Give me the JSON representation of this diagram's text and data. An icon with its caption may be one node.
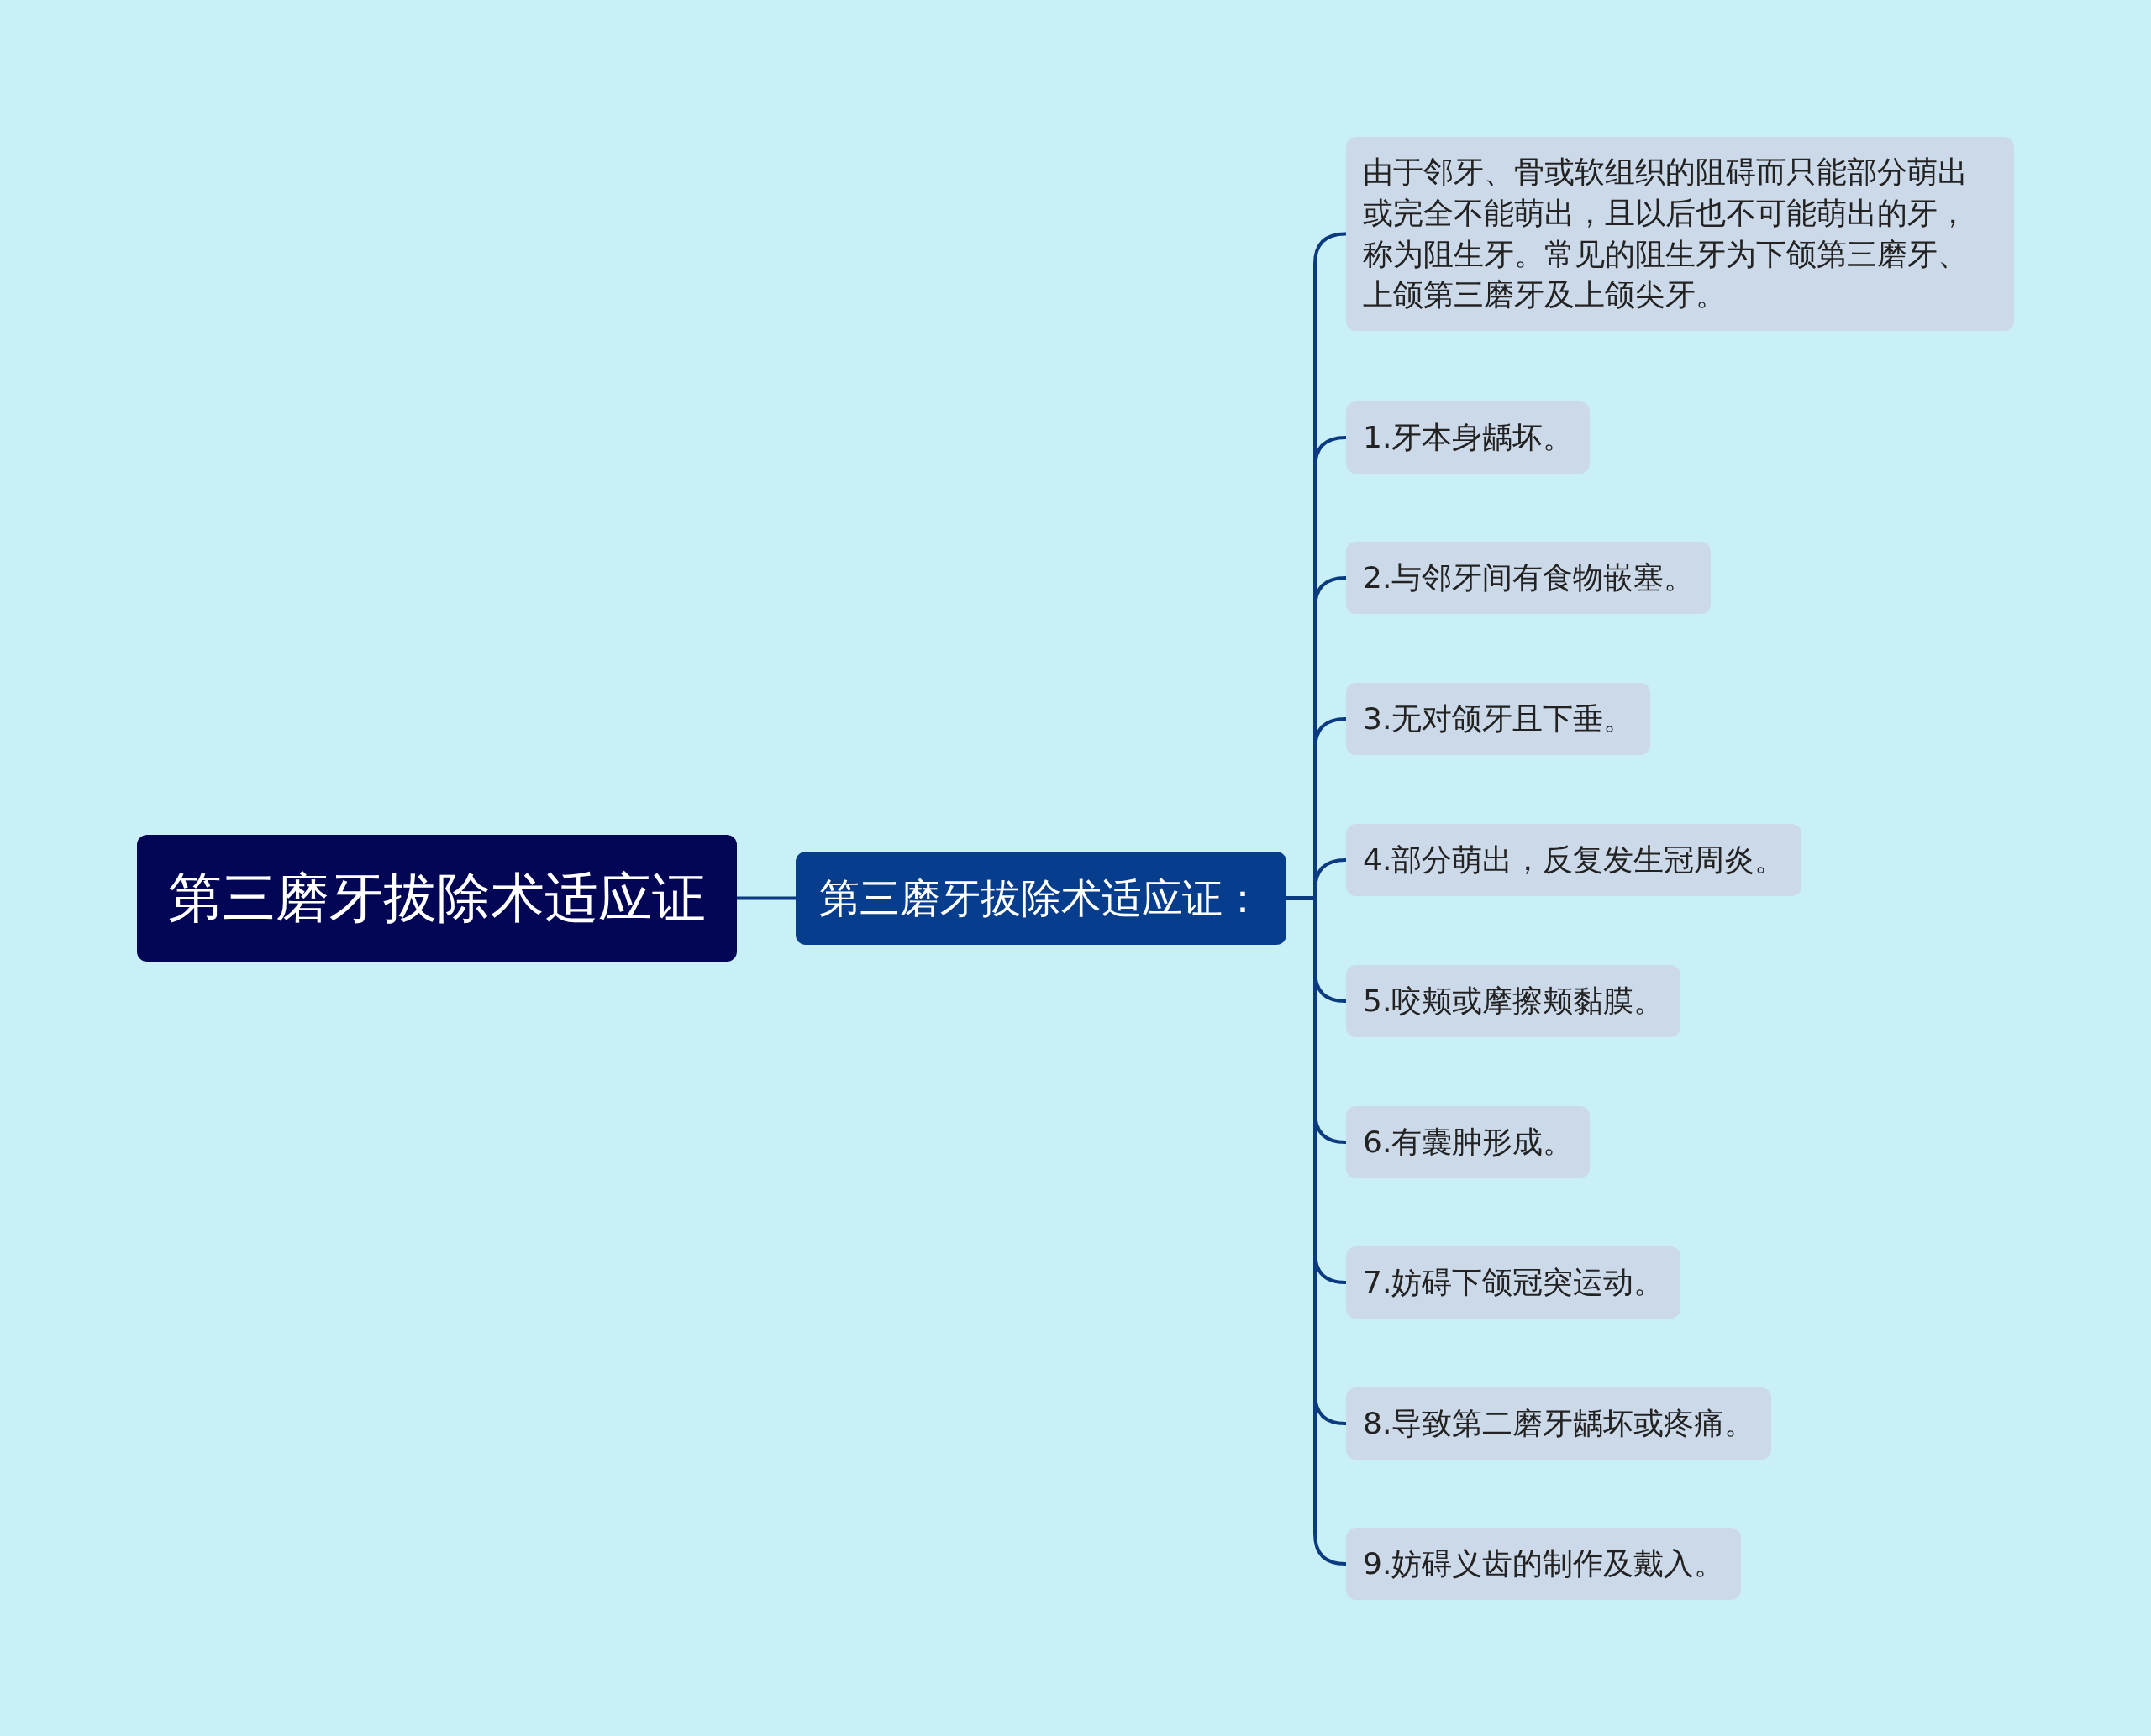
{
  "diagram": {
    "nodes": [
      {
        "text": [
          "第三磨牙拔除术适应证"
        ]
      },
      {
        "text": [
          "第三磨牙拔除术适应证："
        ]
      },
      {
        "text": [
          "由于邻牙、骨或软组织的阻碍而只能部分萌出或完全不能萌出，且以后也不可能萌出的牙，称为阻生牙。常见的阻生牙为下颌第三磨牙、上颌第三磨牙及上颌尖牙。"
        ]
      },
      {
        "text": [
          "1.牙本身龋坏。"
        ]
      },
      {
        "text": [
          "2.与邻牙间有食物嵌塞。"
        ]
      },
      {
        "text": [
          "3.无对颌牙且下垂。"
        ]
      },
      {
        "text": [
          "4.部分萌出，反复发生冠周炎。"
        ]
      },
      {
        "text": [
          "5.咬颊或摩擦颊黏膜。"
        ]
      },
      {
        "text": [
          "6.有囊肿形成。"
        ]
      },
      {
        "text": [
          "7.妨碍下颌冠突运动。"
        ]
      },
      {
        "text": [
          "8.导致第二磨牙龋坏或疼痛。"
        ]
      },
      {
        "text": [
          "9.妨碍义齿的制作及戴入。"
        ]
      }
    ],
    "edges": [
      {
        "from": 0,
        "to": 1,
        "arrow": "none"
      },
      {
        "from": 1,
        "to": 2,
        "arrow": "none"
      },
      {
        "from": 1,
        "to": 3,
        "arrow": "none"
      },
      {
        "from": 1,
        "to": 4,
        "arrow": "none"
      },
      {
        "from": 1,
        "to": 5,
        "arrow": "none"
      },
      {
        "from": 1,
        "to": 6,
        "arrow": "none"
      },
      {
        "from": 1,
        "to": 7,
        "arrow": "none"
      },
      {
        "from": 1,
        "to": 8,
        "arrow": "none"
      },
      {
        "from": 1,
        "to": 9,
        "arrow": "none"
      },
      {
        "from": 1,
        "to": 10,
        "arrow": "none"
      },
      {
        "from": 1,
        "to": 11,
        "arrow": "none"
      }
    ]
  }
}
